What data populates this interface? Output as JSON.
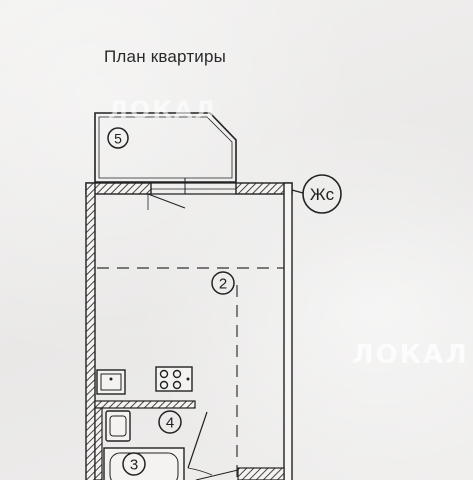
{
  "title": "План квартиры",
  "rooms": [
    {
      "id": "2",
      "label": "2"
    },
    {
      "id": "3",
      "label": "3"
    },
    {
      "id": "4",
      "label": "4"
    },
    {
      "id": "5",
      "label": "5"
    }
  ],
  "riser_label": "Жс",
  "watermark": "ЛОКАЛ",
  "colors": {
    "ink": "#222222",
    "paper": "#ecebea",
    "wall_hatch": "#555555"
  }
}
